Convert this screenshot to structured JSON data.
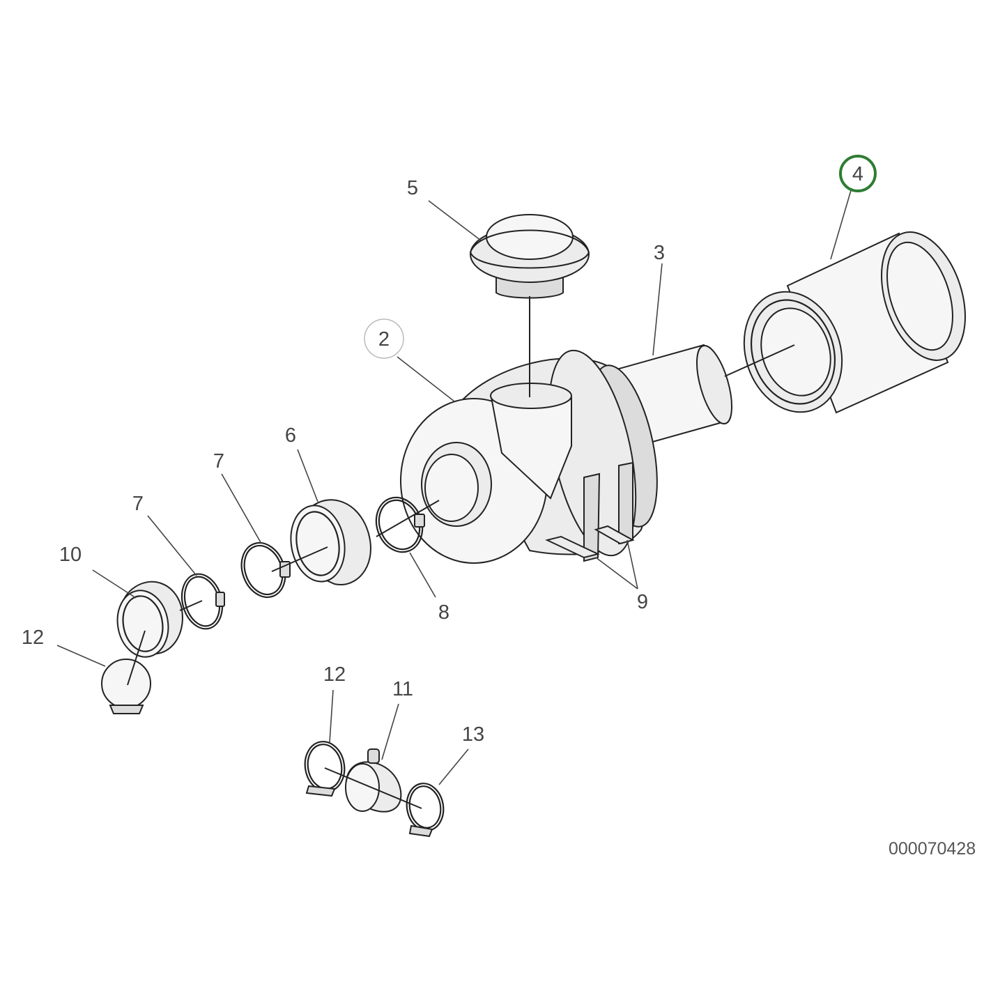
{
  "drawing": {
    "reference_number": "000070428",
    "highlight_color": "#2e7d32",
    "secondary_circle_color": "#bbbbbb"
  },
  "callouts": {
    "c2": "2",
    "c3": "3",
    "c4": "4",
    "c5": "5",
    "c6": "6",
    "c7a": "7",
    "c7b": "7",
    "c8": "8",
    "c9": "9",
    "c10": "10",
    "c11": "11",
    "c12a": "12",
    "c12b": "12",
    "c13": "13"
  }
}
